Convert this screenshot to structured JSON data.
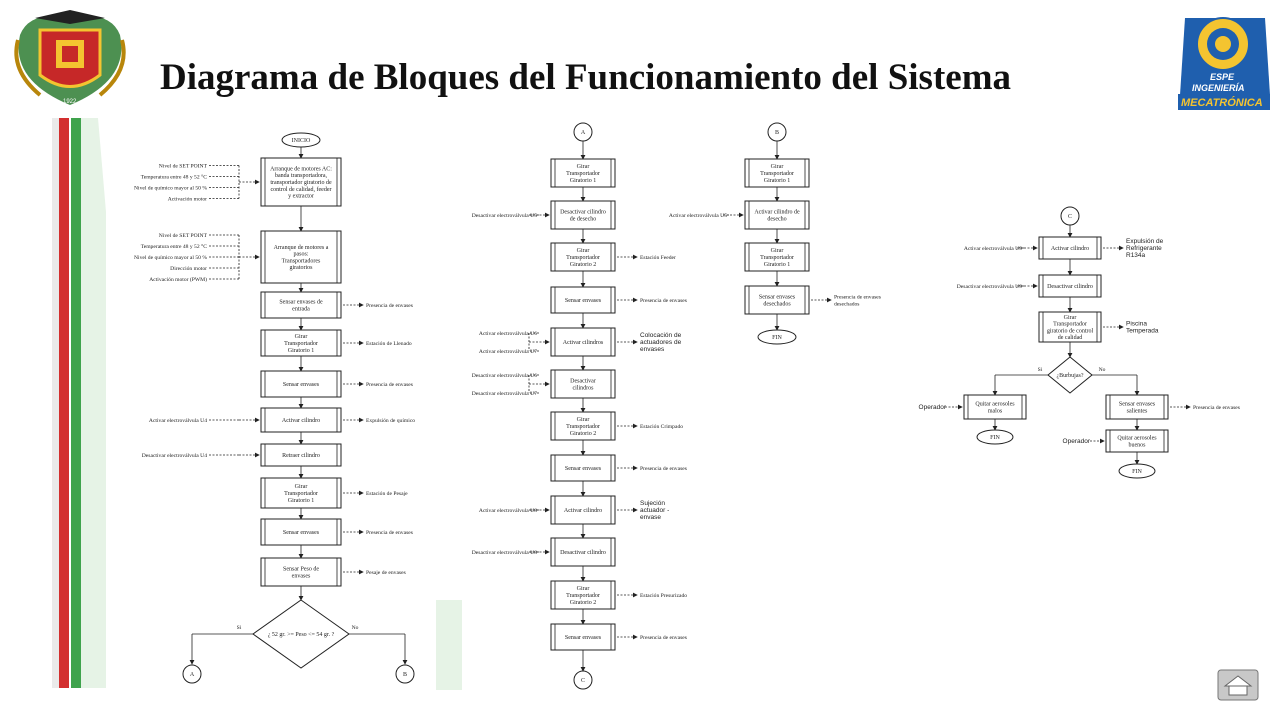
{
  "title": "Diagrama de Bloques del Funcionamiento del Sistema",
  "logos": {
    "left": {
      "name": "university-crest",
      "text": "1922"
    },
    "right": {
      "name": "espe-mecatronica-logo",
      "text_top": "ESPE",
      "text_mid": "INGENIERÍA",
      "text_bottom": "MECATRÓNICA"
    }
  },
  "colors": {
    "stripe_red": "#d32f2f",
    "stripe_green": "#3fa34d",
    "stripe_light": "#e6f3e6",
    "logo_blue": "#1f5fae",
    "logo_yellow": "#f4c430"
  },
  "nav": {
    "home_button": "home-icon"
  },
  "flowchart_1": {
    "start": "INICIO",
    "blocks": [
      {
        "text": [
          "Arranque de motores AC:",
          "banda transportadora,",
          "transportador giratorio de",
          "control de calidad, feeder",
          "y extractor"
        ],
        "inputs": [
          "Nivel de SET POINT",
          "Temperatura entre 48 y 52 °C",
          "Nivel de químico mayor al 50 %",
          "Activación motor"
        ],
        "output": ""
      },
      {
        "text": [
          "Arranque de motores a",
          "pasos:",
          "Transportadores",
          "giratorios"
        ],
        "inputs": [
          "Nivel de SET POINT",
          "Temperatura entre 48 y 52 °C",
          "Nivel de químico mayor al 50 %",
          "Dirección motor",
          "Activación motor (PWM)"
        ],
        "output": ""
      },
      {
        "text": [
          "Sensar envases de",
          "entrada"
        ],
        "inputs": [],
        "output": "Presencia de envases"
      },
      {
        "text": [
          "Girar",
          "Transportador",
          "Giratorio 1"
        ],
        "inputs": [],
        "output": "Estación de Llenado"
      },
      {
        "text": [
          "Sensar envases"
        ],
        "inputs": [],
        "output": "Presencia de envases"
      },
      {
        "text": [
          "Activar cilindro"
        ],
        "inputs": [
          "Activar electroválvula U4"
        ],
        "output": "Expulsión de químico"
      },
      {
        "text": [
          "Retraer cilindro"
        ],
        "inputs": [
          "Desactivar electroválvula U4"
        ],
        "output": ""
      },
      {
        "text": [
          "Girar",
          "Transportador",
          "Giratorio 1"
        ],
        "inputs": [],
        "output": "Estación de Pesaje"
      },
      {
        "text": [
          "Sensar envases"
        ],
        "inputs": [],
        "output": "Presencia de envases"
      },
      {
        "text": [
          "Sensar Peso de",
          "envases"
        ],
        "inputs": [],
        "output": "Pesaje de envases"
      }
    ],
    "decision": "¿ 52 gr. >= Peso <= 54 gr. ?",
    "yes": "Si",
    "no": "No",
    "connector_yes": "A",
    "connector_no": "B"
  },
  "flowchart_2": {
    "start": "A",
    "blocks": [
      {
        "text": [
          "Girar",
          "Transportador",
          "Giratorio 1"
        ],
        "inputs": [],
        "output": ""
      },
      {
        "text": [
          "Desactivar cilindro",
          "de desecho"
        ],
        "inputs": [
          "Desactivar electroválvula U5"
        ],
        "output": ""
      },
      {
        "text": [
          "Girar",
          "Transportador",
          "Giratorio 2"
        ],
        "inputs": [],
        "output": "Estación Feeder"
      },
      {
        "text": [
          "Sensar envases"
        ],
        "inputs": [],
        "output": "Presencia de envases"
      },
      {
        "text": [
          "Activar cilindros"
        ],
        "inputs": [
          "Activar electroválvula U6",
          "Activar electroválvula U7"
        ],
        "output": "Colocación de actuadores de envases"
      },
      {
        "text": [
          "Desactivar",
          "cilindros"
        ],
        "inputs": [
          "Desactivar electroválvula U6",
          "Desactivar electroválvula U7"
        ],
        "output": ""
      },
      {
        "text": [
          "Girar",
          "Transportador",
          "Giratorio 2"
        ],
        "inputs": [],
        "output": "Estación Crimpado"
      },
      {
        "text": [
          "Sensar envases"
        ],
        "inputs": [],
        "output": "Presencia de envases"
      },
      {
        "text": [
          "Activar cilindro"
        ],
        "inputs": [
          "Activar electroválvula U8"
        ],
        "output": "Sujeción actuador - envase"
      },
      {
        "text": [
          "Desactivar cilindro"
        ],
        "inputs": [
          "Desactivar electroválvula U8"
        ],
        "output": ""
      },
      {
        "text": [
          "Girar",
          "Transportador",
          "Giratorio 2"
        ],
        "inputs": [],
        "output": "Estación Presurizado"
      },
      {
        "text": [
          "Sensar envases"
        ],
        "inputs": [],
        "output": "Presencia de envases"
      }
    ],
    "end": "C"
  },
  "flowchart_3": {
    "start": "B",
    "blocks": [
      {
        "text": [
          "Girar",
          "Transportador",
          "Giratorio 1"
        ],
        "inputs": [],
        "output": ""
      },
      {
        "text": [
          "Activar cilindro de",
          "desecho"
        ],
        "inputs": [
          "Activar electroválvula U5"
        ],
        "output": ""
      },
      {
        "text": [
          "Girar",
          "Transportador",
          "Giratorio 1"
        ],
        "inputs": [],
        "output": ""
      },
      {
        "text": [
          "Sensar envases",
          "desechados"
        ],
        "inputs": [],
        "output": "Presencia de envases desechados"
      }
    ],
    "end": "FIN"
  },
  "flowchart_4": {
    "start": "C",
    "blocks": [
      {
        "text": [
          "Activar cilindro"
        ],
        "inputs": [
          "Activar electroválvula U9"
        ],
        "output": "Expulsión de Refrigerante R134a"
      },
      {
        "text": [
          "Desactivar cilindro"
        ],
        "inputs": [
          "Desactivar electroválvula U9"
        ],
        "output": ""
      },
      {
        "text": [
          "Girar",
          "Transportador",
          "giratorio de control",
          "de calidad"
        ],
        "inputs": [],
        "output": "Piscina Temperada"
      }
    ],
    "decision": "¿Burbujas?",
    "yes": "Si",
    "no": "No",
    "yes_block": {
      "text": [
        "Quitar aerosoles",
        "malos"
      ],
      "input": "Operador"
    },
    "yes_end": "FIN",
    "no_blocks": [
      {
        "text": [
          "Sensar envases",
          "salientes"
        ],
        "input": "",
        "output": "Presencia de envases"
      },
      {
        "text": [
          "Quitar aerosoles",
          "buenos"
        ],
        "input": "Operador",
        "output": ""
      }
    ],
    "no_end": "FIN"
  }
}
